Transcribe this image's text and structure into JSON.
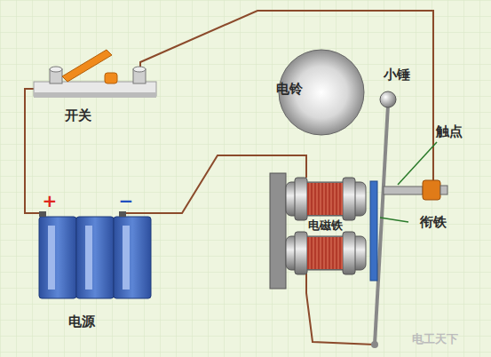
{
  "diagram": {
    "labels": [
      "开关",
      "电铃",
      "小锤",
      "触点",
      "电磁铁",
      "衔铁",
      "+",
      "−",
      "电源",
      "电工天下"
    ]
  }
}
